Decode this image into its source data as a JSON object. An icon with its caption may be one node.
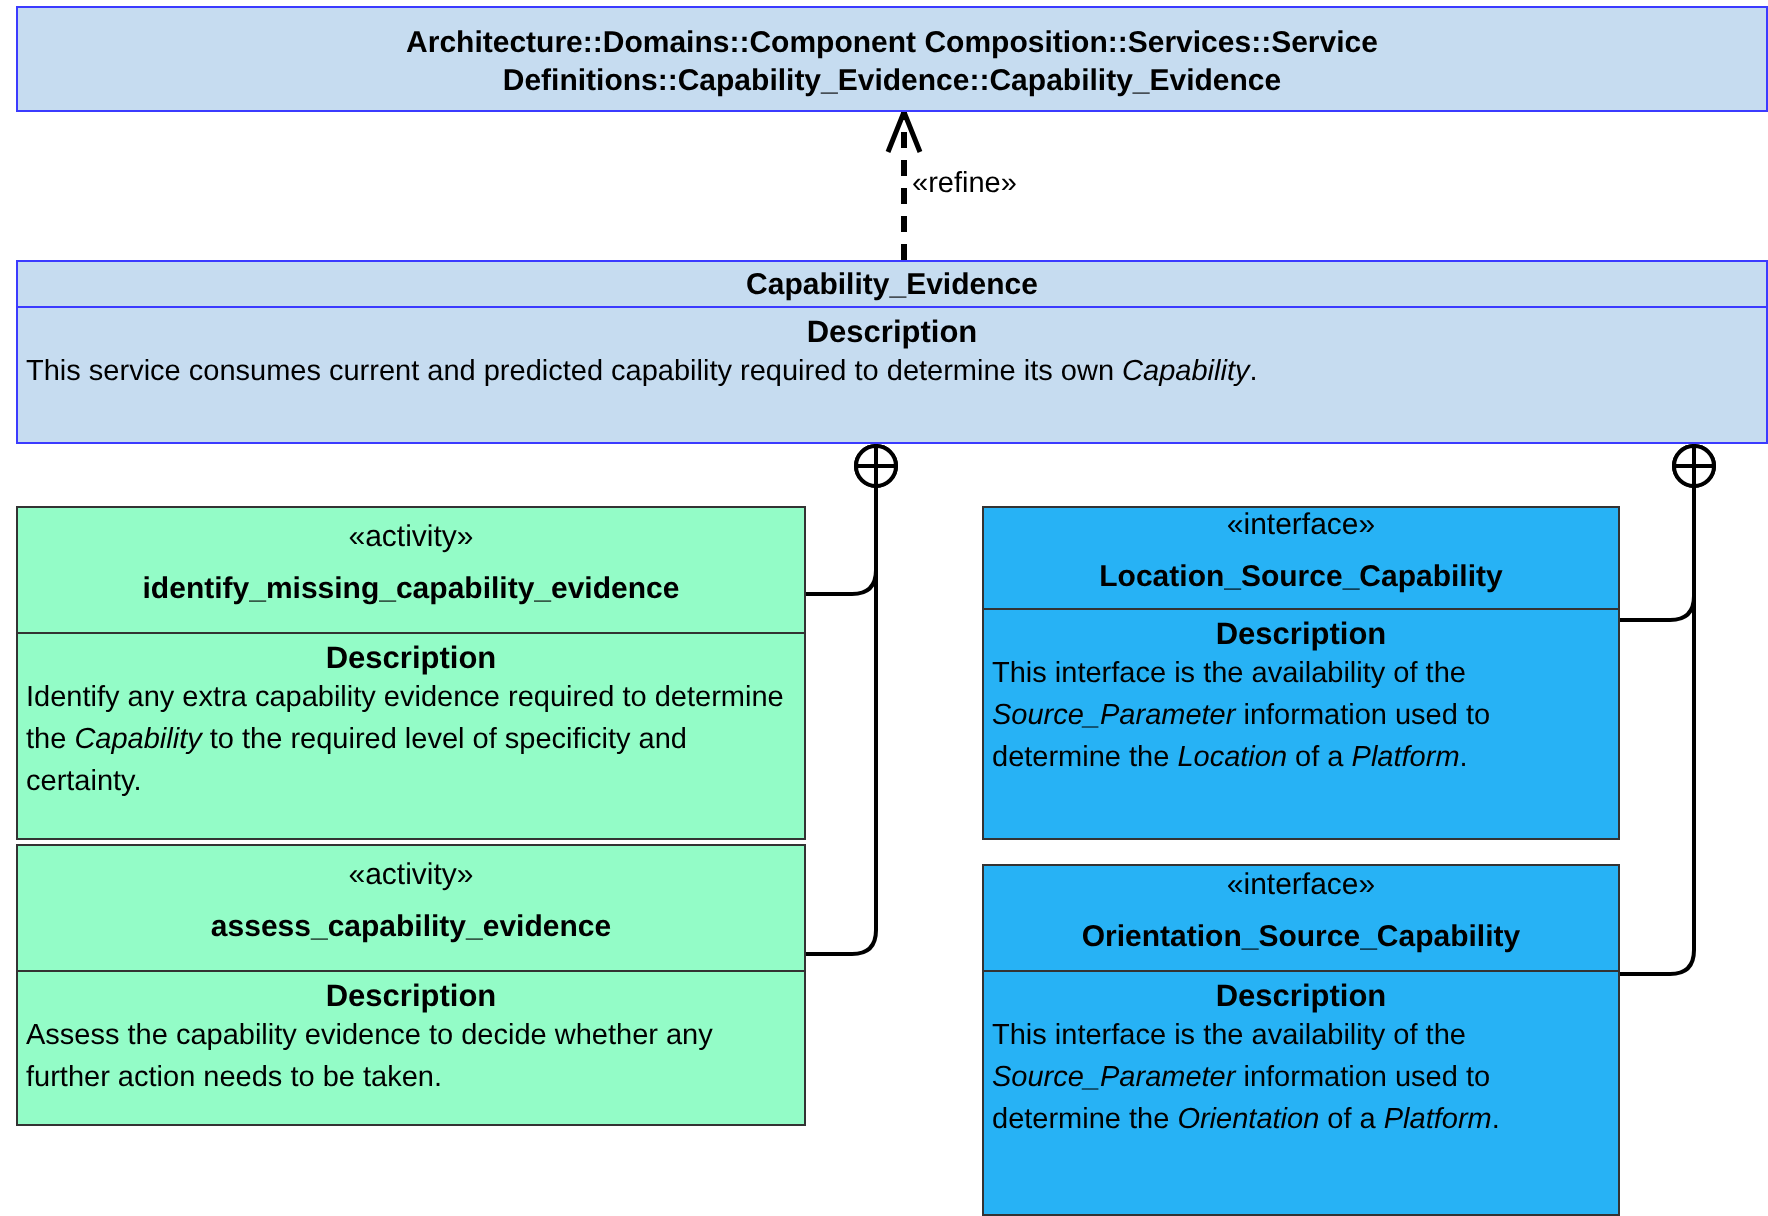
{
  "diagram": {
    "nodes": [
      {
        "text": [
          "Architecture::Domains::Component Composition::Services::Service Definitions::Capability_Evidence::Capability_Evidence"
        ]
      },
      {
        "text": [
          "Capability_Evidence",
          "Description",
          "This service consumes current and predicted capability required to determine its own *Capability*."
        ]
      },
      {
        "text": [
          "«activity»",
          "identify_missing_capability_evidence",
          "Description",
          "Identify any extra capability evidence required to determine the *Capability* to the required level of specificity and certainty."
        ]
      },
      {
        "text": [
          "«activity»",
          "assess_capability_evidence",
          "Description",
          "Assess the capability evidence to decide whether any further action needs to be taken."
        ]
      },
      {
        "text": [
          "«interface»",
          "Location_Source_Capability",
          "Description",
          "This interface is the availability of the *Source_Parameter* information used to determine the *Location* of a *Platform*."
        ]
      },
      {
        "text": [
          "«interface»",
          "Orientation_Source_Capability",
          "Description",
          "This interface is the availability of the *Source_Parameter* information used to determine the *Orientation* of a *Platform*."
        ]
      }
    ],
    "edges": [
      {
        "from": 1,
        "to": 0,
        "arrow": "to",
        "label": "«refine»",
        "style": "dashed"
      },
      {
        "from": 2,
        "to": 1,
        "arrow": "other"
      },
      {
        "from": 3,
        "to": 1,
        "arrow": "other"
      },
      {
        "from": 4,
        "to": 1,
        "arrow": "other"
      },
      {
        "from": 5,
        "to": 1,
        "arrow": "other"
      }
    ]
  }
}
